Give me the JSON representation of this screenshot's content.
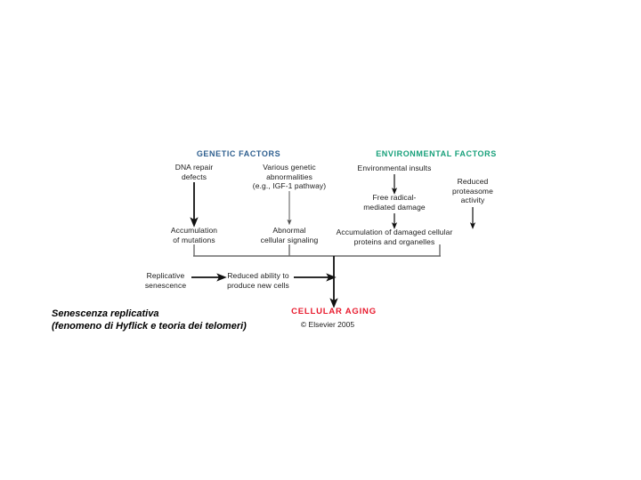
{
  "figure": {
    "title_genetic": "GENETIC FACTORS",
    "title_environmental": "ENVIRONMENTAL FACTORS",
    "outcome": "CELLULAR AGING",
    "copyright": "© Elsevier 2005",
    "colors": {
      "genetic_header": "#2e5f8f",
      "environmental_header": "#17a07a",
      "outcome": "#e8192c",
      "text": "#1a1a1a",
      "connector": "#111111",
      "bracket": "#6b6b6b",
      "background": "#ffffff"
    }
  },
  "nodes": {
    "dna_repair_defects": "DNA repair\ndefects",
    "various_genetic_abnormalities": "Various genetic\nabnormalities\n(e.g., IGF-1 pathway)",
    "environmental_insults": "Environmental insults",
    "free_radical_damage": "Free radical-\nmediated damage",
    "reduced_proteasome_activity": "Reduced\nproteasome\nactivity",
    "accumulation_of_mutations": "Accumulation\nof mutations",
    "abnormal_cellular_signaling": "Abnormal\ncellular signaling",
    "accumulation_damaged_proteins": "Accumulation of damaged cellular\nproteins and organelles",
    "replicative_senescence": "Replicative\nsenescence",
    "reduced_ability_new_cells": "Reduced ability to\nproduce new cells"
  },
  "annotation": {
    "line1": "Senescenza replicativa",
    "line2": "(fenomeno di Hyflick e teoria dei telomeri)",
    "text": "Senescenza replicativa\n(fenomeno di Hyflick e teoria dei telomeri)"
  },
  "flow": {
    "edges": [
      {
        "from": "dna_repair_defects",
        "to": "accumulation_of_mutations"
      },
      {
        "from": "various_genetic_abnormalities",
        "to": "abnormal_cellular_signaling"
      },
      {
        "from": "environmental_insults",
        "to": "free_radical_damage"
      },
      {
        "from": "free_radical_damage",
        "to": "accumulation_damaged_proteins"
      },
      {
        "from": "reduced_proteasome_activity",
        "to": "accumulation_damaged_proteins"
      },
      {
        "from": "replicative_senescence",
        "to": "reduced_ability_new_cells"
      },
      {
        "from": "reduced_ability_new_cells",
        "to": "CELLULAR AGING"
      },
      {
        "from": "accumulation_of_mutations",
        "to": "CELLULAR AGING"
      },
      {
        "from": "abnormal_cellular_signaling",
        "to": "CELLULAR AGING"
      },
      {
        "from": "accumulation_damaged_proteins",
        "to": "CELLULAR AGING"
      }
    ]
  }
}
